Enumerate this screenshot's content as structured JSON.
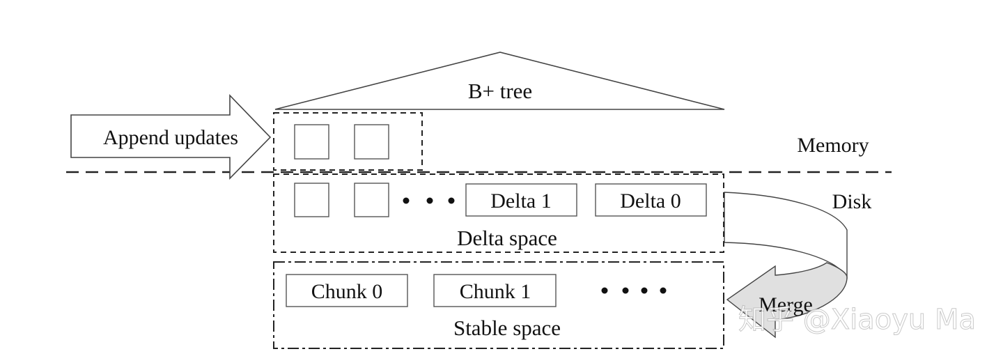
{
  "diagram": {
    "tree_label": "B+ tree",
    "append_label": "Append updates",
    "memory_label": "Memory",
    "disk_label": "Disk",
    "delta_space": {
      "label": "Delta space",
      "items": [
        "Delta 1",
        "Delta 0"
      ],
      "ellipsis_dots": 3
    },
    "stable_space": {
      "label": "Stable space",
      "items": [
        "Chunk 0",
        "Chunk 1"
      ],
      "ellipsis_dots": 4
    },
    "merge_label": "Merge",
    "memory_buffer_slots": 2,
    "delta_empty_slots": 2,
    "colors": {
      "stroke": "#333333",
      "merge_fill": "#e0e0e0"
    }
  },
  "watermark": "知乎 @Xiaoyu Ma"
}
